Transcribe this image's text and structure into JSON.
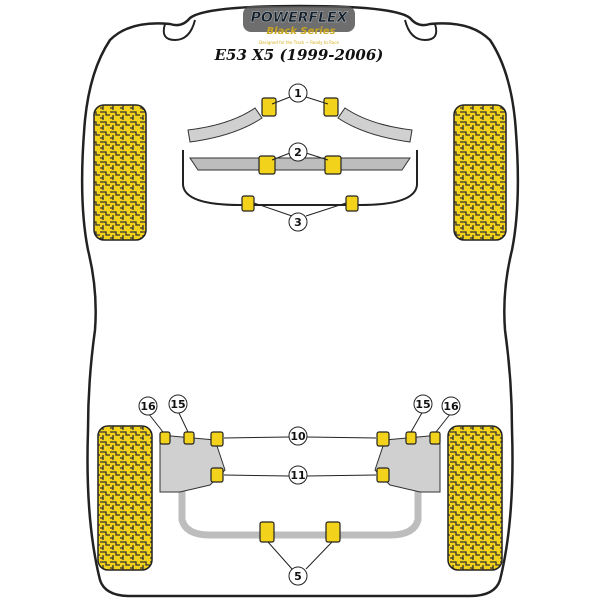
{
  "logo": {
    "brand": "POWERFLEX",
    "series": "Black Series",
    "tagline": "Designed for the Track ~ Ready to Race"
  },
  "title": "E53 X5 (1999-2006)",
  "colors": {
    "bush": "#f2d21b",
    "tyre": "#f2d21b",
    "outline": "#222222",
    "arm": "#bfbfbf"
  },
  "callouts": [
    {
      "id": "front-upper",
      "label": "1"
    },
    {
      "id": "front-mid",
      "label": "2"
    },
    {
      "id": "front-arb",
      "label": "3"
    },
    {
      "id": "rear-left-16",
      "label": "16"
    },
    {
      "id": "rear-left-15",
      "label": "15"
    },
    {
      "id": "rear-upper",
      "label": "10"
    },
    {
      "id": "rear-lower",
      "label": "11"
    },
    {
      "id": "rear-right-15",
      "label": "15"
    },
    {
      "id": "rear-right-16",
      "label": "16"
    },
    {
      "id": "rear-arb",
      "label": "5"
    }
  ]
}
